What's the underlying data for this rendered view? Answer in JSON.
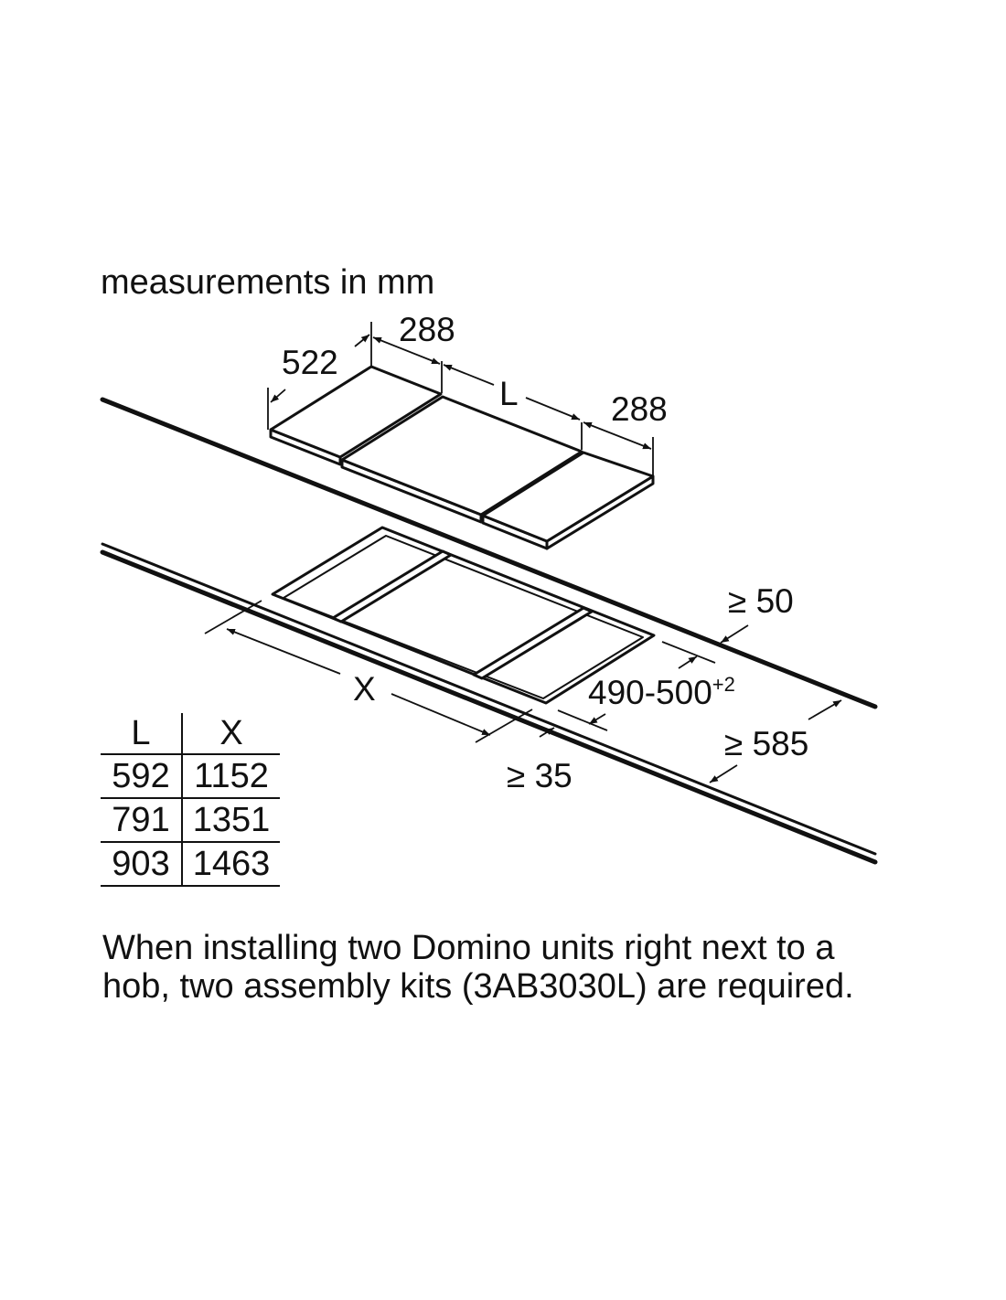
{
  "heading": "measurements in mm",
  "dimensions": {
    "depth_522": "522",
    "width_left_288": "288",
    "width_middle_L": "L",
    "width_right_288": "288",
    "clearance_back": "≥ 50",
    "cutout_depth": "490-500",
    "cutout_depth_tolerance": "+2",
    "cutout_length_X": "X",
    "clearance_front": "≥ 35",
    "worktop_depth": "≥ 585"
  },
  "table": {
    "headers": [
      "L",
      "X"
    ],
    "rows": [
      [
        "592",
        "1152"
      ],
      [
        "791",
        "1351"
      ],
      [
        "903",
        "1463"
      ]
    ]
  },
  "note": "When installing two Domino units right next to a hob, two assembly kits (3AB3030L) are required."
}
